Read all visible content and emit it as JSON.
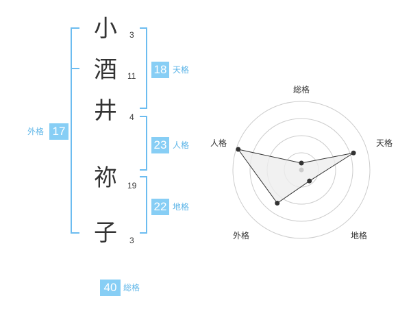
{
  "name": {
    "chars": [
      {
        "char": "小",
        "strokes": "3"
      },
      {
        "char": "酒",
        "strokes": "11"
      },
      {
        "char": "井",
        "strokes": "4"
      },
      {
        "char": "祢",
        "strokes": "19"
      },
      {
        "char": "子",
        "strokes": "3"
      }
    ]
  },
  "scores": {
    "tenkaku": {
      "value": "18",
      "label": "天格"
    },
    "jinkaku": {
      "value": "23",
      "label": "人格"
    },
    "chikaku": {
      "value": "22",
      "label": "地格"
    },
    "gaikaku": {
      "value": "17",
      "label": "外格"
    },
    "soukaku": {
      "value": "40",
      "label": "総格"
    }
  },
  "radar": {
    "axes": [
      "総格",
      "天格",
      "地格",
      "外格",
      "人格"
    ],
    "values": [
      0.1,
      0.8,
      0.2,
      0.6,
      0.97
    ],
    "levels": 4,
    "colors": {
      "grid": "#cccccc",
      "fill": "#eeeeee",
      "line": "#333333",
      "point": "#333333",
      "center": "#cccccc"
    }
  },
  "colors": {
    "accent": "#87cef5",
    "bracket": "#6cbcf0"
  }
}
